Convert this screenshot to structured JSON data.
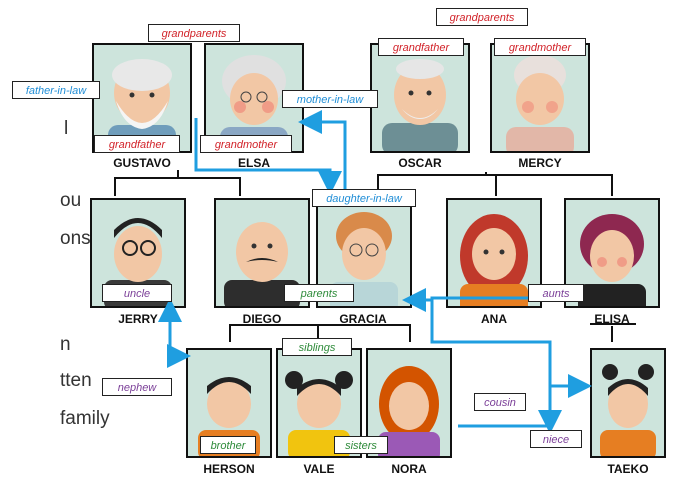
{
  "background_text": [
    "l",
    "ou",
    "ons",
    "n",
    "tten",
    "family"
  ],
  "people": {
    "gustavo": "GUSTAVO",
    "elsa": "ELSA",
    "oscar": "OSCAR",
    "mercy": "MERCY",
    "jerry": "JERRY",
    "diego": "DIEGO",
    "gracia": "GRACIA",
    "ana": "ANA",
    "elisa": "ELISA",
    "herson": "HERSON",
    "vale": "VALE",
    "nora": "NORA",
    "taeko": "TAEKO"
  },
  "labels": {
    "grandparents_left": "grandparents",
    "grandparents_right": "grandparents",
    "grandfather_oscar": "grandfather",
    "grandmother_mercy": "grandmother",
    "grandfather_gustavo": "grandfather",
    "grandmother_elsa": "grandmother",
    "father_in_law": "father-in-law",
    "mother_in_law": "mother-in-law",
    "daughter_in_law": "daughter-in-law",
    "uncle": "uncle",
    "parents": "parents",
    "aunts": "aunts",
    "siblings": "siblings",
    "nephew": "nephew",
    "cousin": "cousin",
    "brother": "brother",
    "sisters": "sisters",
    "niece": "niece"
  },
  "colors": {
    "red_label": "#d2232a",
    "blue_label": "#1f8dd6",
    "purple_label": "#7b3f98",
    "green_label": "#2e8b3a",
    "arrow": "#1f9ee0",
    "portrait_bg": "#cde4dc"
  }
}
